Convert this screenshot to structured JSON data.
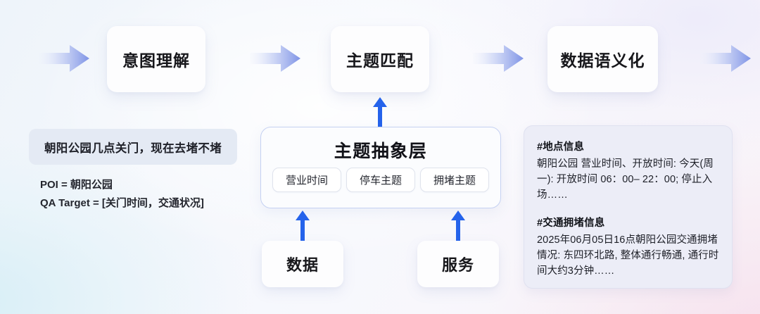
{
  "colors": {
    "arrow_blue": "#2563eb",
    "gradient_arrow_start": "#e8ecfb",
    "gradient_arrow_end": "#7e93e6",
    "panel_border": "#c5d1f2",
    "query_box_bg": "#e4eaf4",
    "info_panel_bg": "#ecedf7"
  },
  "pipeline": {
    "stages": [
      {
        "label": "意图理解"
      },
      {
        "label": "主题匹配"
      },
      {
        "label": "数据语义化"
      }
    ],
    "arrow_icon": "arrow-right-icon"
  },
  "query": {
    "text": "朝阳公园几点关门，现在去堵不堵",
    "meta_lines": [
      "POI = 朝阳公园",
      "QA Target = [关门时间，交通状况]"
    ]
  },
  "abstraction": {
    "title": "主题抽象层",
    "pills": [
      {
        "label": "营业时间"
      },
      {
        "label": "停车主题"
      },
      {
        "label": "拥堵主题"
      }
    ],
    "up_arrow_icon": "arrow-up-icon"
  },
  "sources": [
    {
      "label": "数据"
    },
    {
      "label": "服务"
    }
  ],
  "info_panel": {
    "blocks": [
      {
        "tag": "#地点信息",
        "body": "朝阳公园 营业时间、开放时间: 今天(周一): 开放时间 06：00– 22：00; 停止入场……"
      },
      {
        "tag": "#交通拥堵信息",
        "body": "2025年06月05日16点朝阳公园交通拥堵情况: 东四环北路, 整体通行畅通, 通行时间大约3分钟……"
      }
    ]
  }
}
